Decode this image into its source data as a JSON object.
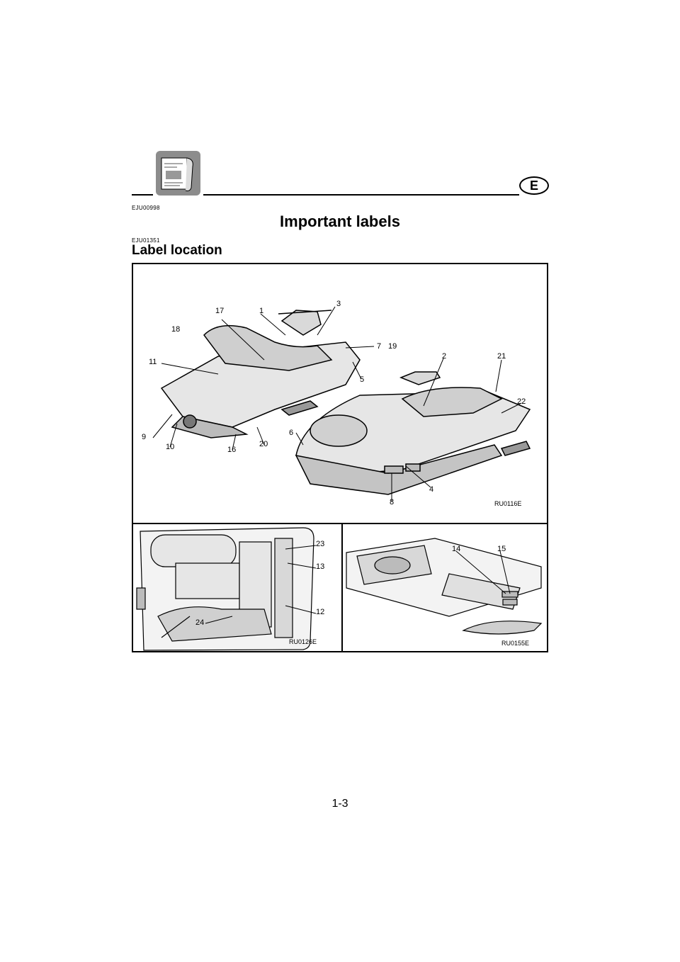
{
  "header": {
    "language_badge": "E",
    "icon": "manual-book-icon"
  },
  "section": {
    "code": "EJU00998",
    "title": "Important labels"
  },
  "subsection": {
    "code": "EJU01351",
    "title": "Label location"
  },
  "figure": {
    "main_code": "RU0116E",
    "bottom_left_code": "RU0126E",
    "bottom_right_code": "RU0155E",
    "callouts_main": [
      "1",
      "2",
      "3",
      "4",
      "5",
      "6",
      "7",
      "8",
      "9",
      "10",
      "11",
      "16",
      "17",
      "18",
      "19",
      "20",
      "21",
      "22"
    ],
    "callouts_bottom_left": [
      "12",
      "13",
      "23",
      "24"
    ],
    "callouts_bottom_right": [
      "14",
      "15"
    ]
  },
  "footer": {
    "page_number": "1-3"
  }
}
